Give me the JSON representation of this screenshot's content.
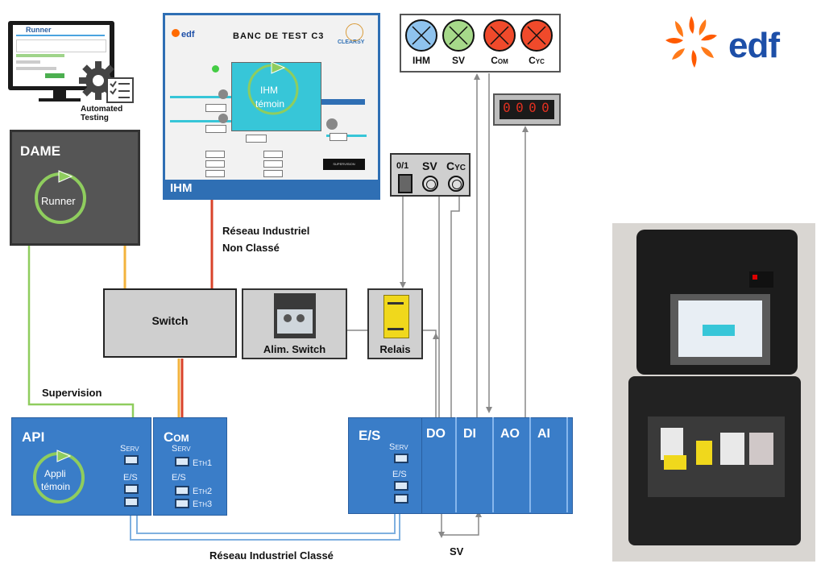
{
  "logo": {
    "brand": "EDF"
  },
  "automated_testing": {
    "app_title": "Runner",
    "caption": "Automated Testing"
  },
  "dame": {
    "title": "DAME",
    "runner": "Runner"
  },
  "ihm_screen": {
    "brand": "EDF",
    "title": "BANC DE TEST C3",
    "company": "CLEARSY",
    "tank_label_line1": "IHM",
    "tank_label_line2": "témoin",
    "panel_label": "IHM",
    "supervision_button": "SUPERVISION"
  },
  "leds": {
    "items": [
      {
        "label": "IHM",
        "color": "#8fc3ee"
      },
      {
        "label": "SV",
        "color": "#a6d98a"
      },
      {
        "label": "Com",
        "color": "#f04a2b"
      },
      {
        "label": "Cyc",
        "color": "#f04a2b"
      }
    ]
  },
  "counter": {
    "digits": [
      "0",
      "0",
      "0",
      "0"
    ]
  },
  "controls": {
    "toggle": "0/1",
    "sv": "SV",
    "cyc": "Cyc"
  },
  "network_labels": {
    "industrial_unclassified_line1": "Réseau Industriel",
    "industrial_unclassified_line2": "Non Classé",
    "supervision": "Supervision",
    "industrial_classified": "Réseau Industriel Classé",
    "sv_loop": "SV"
  },
  "switch": {
    "label": "Switch"
  },
  "alim_switch": {
    "label": "Alim. Switch"
  },
  "relais": {
    "label": "Relais"
  },
  "api": {
    "title": "API",
    "app_line1": "Appli",
    "app_line2": "témoin",
    "serv": "Serv",
    "es": "E/S"
  },
  "com": {
    "title": "Com",
    "serv": "Serv",
    "eth1": "Eth1",
    "es": "E/S",
    "eth2": "Eth2",
    "eth3": "Eth3"
  },
  "io": {
    "title": "E/S",
    "serv": "Serv",
    "es": "E/S",
    "modules": [
      "DO",
      "DI",
      "AO",
      "AI"
    ]
  }
}
